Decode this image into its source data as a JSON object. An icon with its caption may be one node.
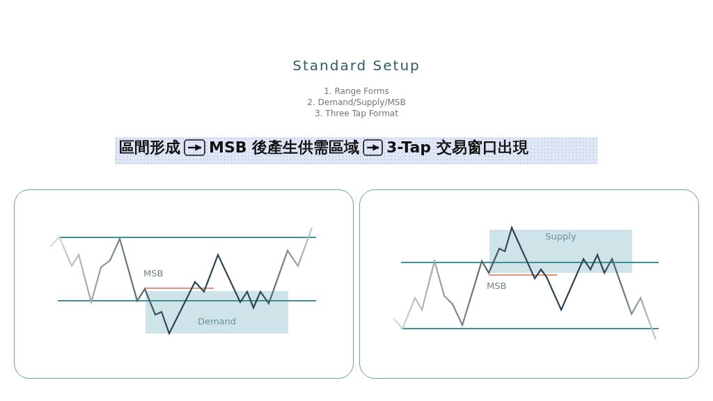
{
  "diagram": {
    "title": "Standard Setup",
    "nodes": [
      {
        "text": [],
        "shape": "box"
      },
      {
        "text": [
          "區間形成"
        ],
        "in": 0
      },
      {
        "text": [
          "MSB 後產生供需區域"
        ],
        "in": 0
      },
      {
        "text": [
          "3-Tap 交易窗口出現"
        ],
        "in": 0
      },
      {
        "text": [],
        "shape": "box"
      },
      {
        "text": [
          "Demand"
        ],
        "in": 4
      },
      {
        "text": [],
        "shape": "box"
      },
      {
        "text": [
          "Supply"
        ],
        "in": 6
      }
    ],
    "edges": [
      {
        "from": 1,
        "to": 2,
        "arrow": "to"
      },
      {
        "from": 2,
        "to": 3,
        "arrow": "to"
      }
    ],
    "labels": [
      "1. Range Forms",
      "2. Demand/Supply/MSB",
      "3. Three Tap Format",
      "MSB",
      "MSB"
    ]
  }
}
